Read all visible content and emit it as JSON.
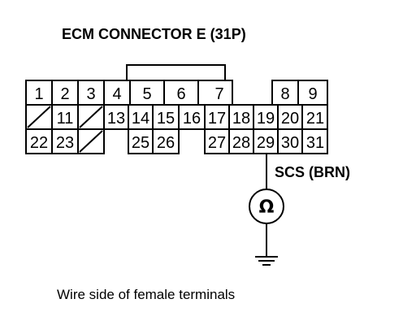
{
  "title": "ECM CONNECTOR E (31P)",
  "wire_label": "SCS (BRN)",
  "meter_symbol": "Ω",
  "caption": "Wire side of female terminals",
  "row1": [
    "1",
    "2",
    "3",
    "4",
    "5",
    "6",
    "7",
    "",
    "8",
    "9"
  ],
  "row2": [
    "",
    "11",
    "",
    "13",
    "14",
    "15",
    "16",
    "17",
    "18",
    "19",
    "20",
    "21"
  ],
  "row3": [
    "22",
    "23",
    "",
    "25",
    "26",
    "27",
    "28",
    "29",
    "30",
    "31"
  ],
  "icons": {
    "blank_cell": "diagonal-slash-icon",
    "meter": "ohmmeter-icon",
    "ground": "ground-icon"
  }
}
